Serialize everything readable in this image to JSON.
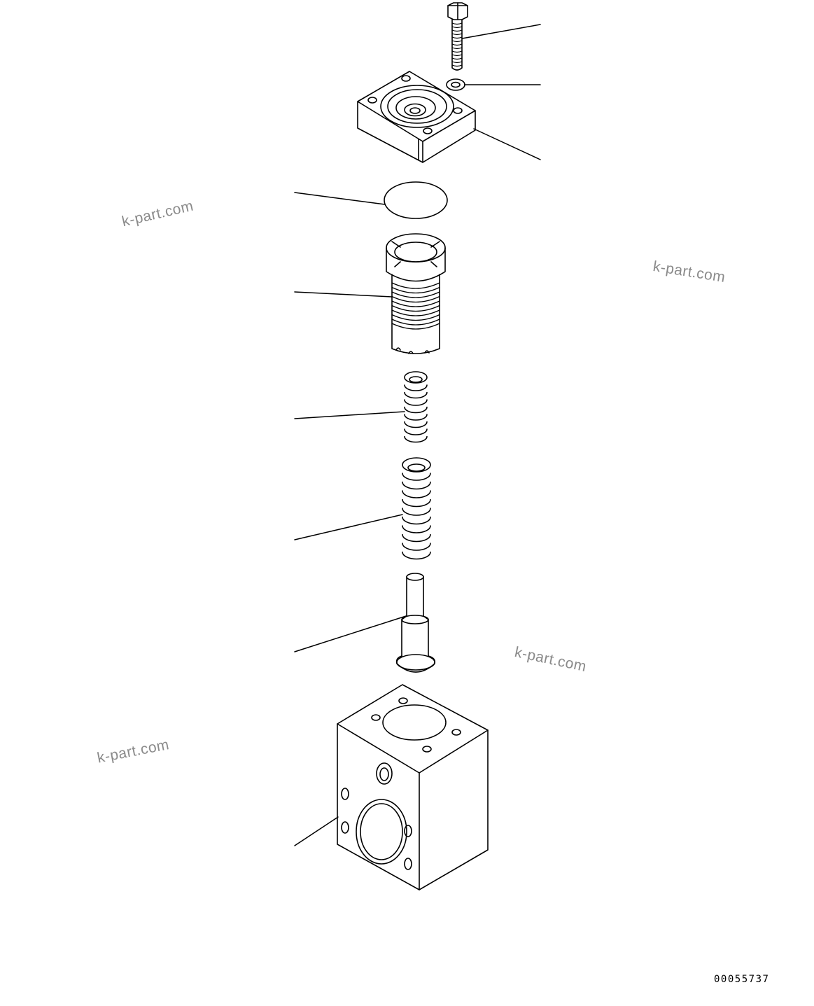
{
  "diagram": {
    "type": "exploded-parts-view",
    "drawing_number": "00055737",
    "watermark_text": "k-part.com",
    "line_color": "#000000",
    "watermark_color": "#8a8a8a",
    "parts": [
      {
        "key": "bolt",
        "icon": "bolt-icon"
      },
      {
        "key": "washer",
        "icon": "washer-icon"
      },
      {
        "key": "cover",
        "icon": "cover-flange-icon"
      },
      {
        "key": "o-ring",
        "icon": "o-ring-icon"
      },
      {
        "key": "sleeve",
        "icon": "threaded-sleeve-icon"
      },
      {
        "key": "inner-spring",
        "icon": "coil-spring-icon"
      },
      {
        "key": "outer-spring",
        "icon": "coil-spring-icon"
      },
      {
        "key": "spool",
        "icon": "spool-icon"
      },
      {
        "key": "valve-body",
        "icon": "valve-block-icon"
      }
    ]
  }
}
